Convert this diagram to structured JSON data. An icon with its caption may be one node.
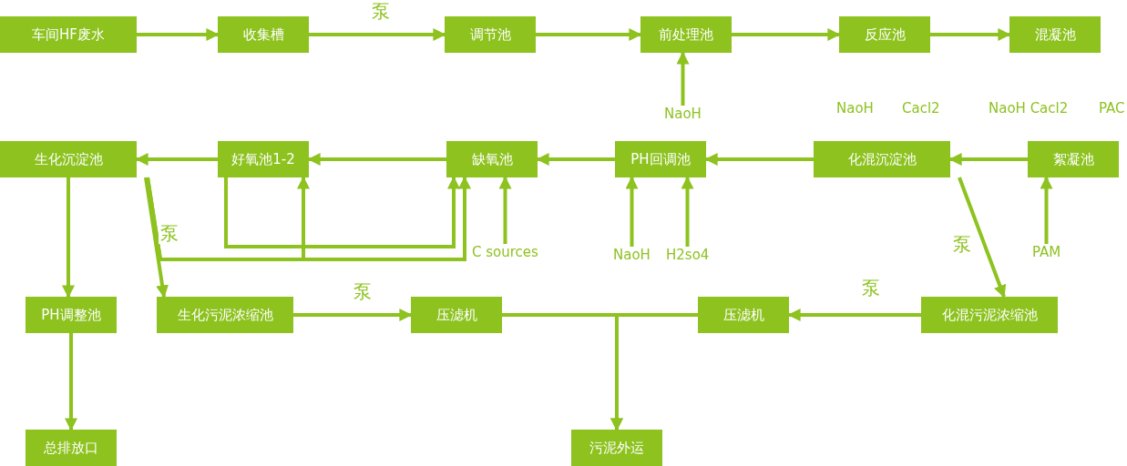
{
  "diagram": {
    "nodes": [
      {
        "text": [
          "车间HF废水"
        ]
      },
      {
        "text": [
          "收集槽"
        ]
      },
      {
        "text": [
          "调节池"
        ]
      },
      {
        "text": [
          "前处理池"
        ]
      },
      {
        "text": [
          "反应池"
        ]
      },
      {
        "text": [
          "混凝池"
        ]
      },
      {
        "text": [
          "生化沉淀池"
        ]
      },
      {
        "text": [
          "好氧池1-2"
        ]
      },
      {
        "text": [
          "缺氧池"
        ]
      },
      {
        "text": [
          "PH回调池"
        ]
      },
      {
        "text": [
          "化混沉淀池"
        ]
      },
      {
        "text": [
          "絮凝池"
        ]
      },
      {
        "text": [
          "PH调整池"
        ]
      },
      {
        "text": [
          "生化污泥浓缩池"
        ]
      },
      {
        "text": [
          "压滤机"
        ]
      },
      {
        "text": [
          "压滤机"
        ]
      },
      {
        "text": [
          "化混污泥浓缩池"
        ]
      },
      {
        "text": [
          "总排放口"
        ]
      },
      {
        "text": [
          "污泥外运"
        ]
      },
      {
        "text": [
          "NaoH"
        ]
      },
      {
        "text": [
          "C sources"
        ]
      },
      {
        "text": [
          "NaoH"
        ]
      },
      {
        "text": [
          "H2so4"
        ]
      },
      {
        "text": [
          "PAM"
        ]
      }
    ],
    "edges": [
      {
        "from": 0,
        "to": 1,
        "arrow": "to"
      },
      {
        "from": 1,
        "to": 2,
        "arrow": "to",
        "label": "泵"
      },
      {
        "from": 2,
        "to": 3,
        "arrow": "to"
      },
      {
        "from": 3,
        "to": 4,
        "arrow": "to"
      },
      {
        "from": 4,
        "to": 5,
        "arrow": "to"
      },
      {
        "from": 19,
        "to": 3,
        "arrow": "to"
      },
      {
        "from": 11,
        "to": 10,
        "arrow": "to"
      },
      {
        "from": 10,
        "to": 9,
        "arrow": "to"
      },
      {
        "from": 9,
        "to": 8,
        "arrow": "to"
      },
      {
        "from": 8,
        "to": 7,
        "arrow": "to"
      },
      {
        "from": 7,
        "to": 6,
        "arrow": "to"
      },
      {
        "from": 23,
        "to": 11,
        "arrow": "to"
      },
      {
        "from": 21,
        "to": 9,
        "arrow": "to"
      },
      {
        "from": 22,
        "to": 9,
        "arrow": "to"
      },
      {
        "from": 20,
        "to": 8,
        "arrow": "to"
      },
      {
        "from": 6,
        "to": 12,
        "arrow": "to"
      },
      {
        "from": 12,
        "to": 17,
        "arrow": "to"
      },
      {
        "from": 6,
        "to": 13,
        "arrow": "to",
        "label": "泵"
      },
      {
        "from": 7,
        "to": 8,
        "arrow": "to"
      },
      {
        "from": 6,
        "to": 7,
        "arrow": "to"
      },
      {
        "from": 6,
        "to": 8,
        "arrow": "to"
      },
      {
        "from": 10,
        "to": 16,
        "arrow": "to",
        "label": "泵"
      },
      {
        "from": 16,
        "to": 15,
        "arrow": "to",
        "label": "泵"
      },
      {
        "from": 13,
        "to": 14,
        "arrow": "to",
        "label": "泵"
      },
      {
        "from": 14,
        "to": 18,
        "arrow": "to"
      },
      {
        "from": 15,
        "to": 18,
        "arrow": "to"
      }
    ],
    "labels": [
      "NaoH",
      "Cacl2",
      "NaoH Cacl2",
      "PAC"
    ]
  }
}
